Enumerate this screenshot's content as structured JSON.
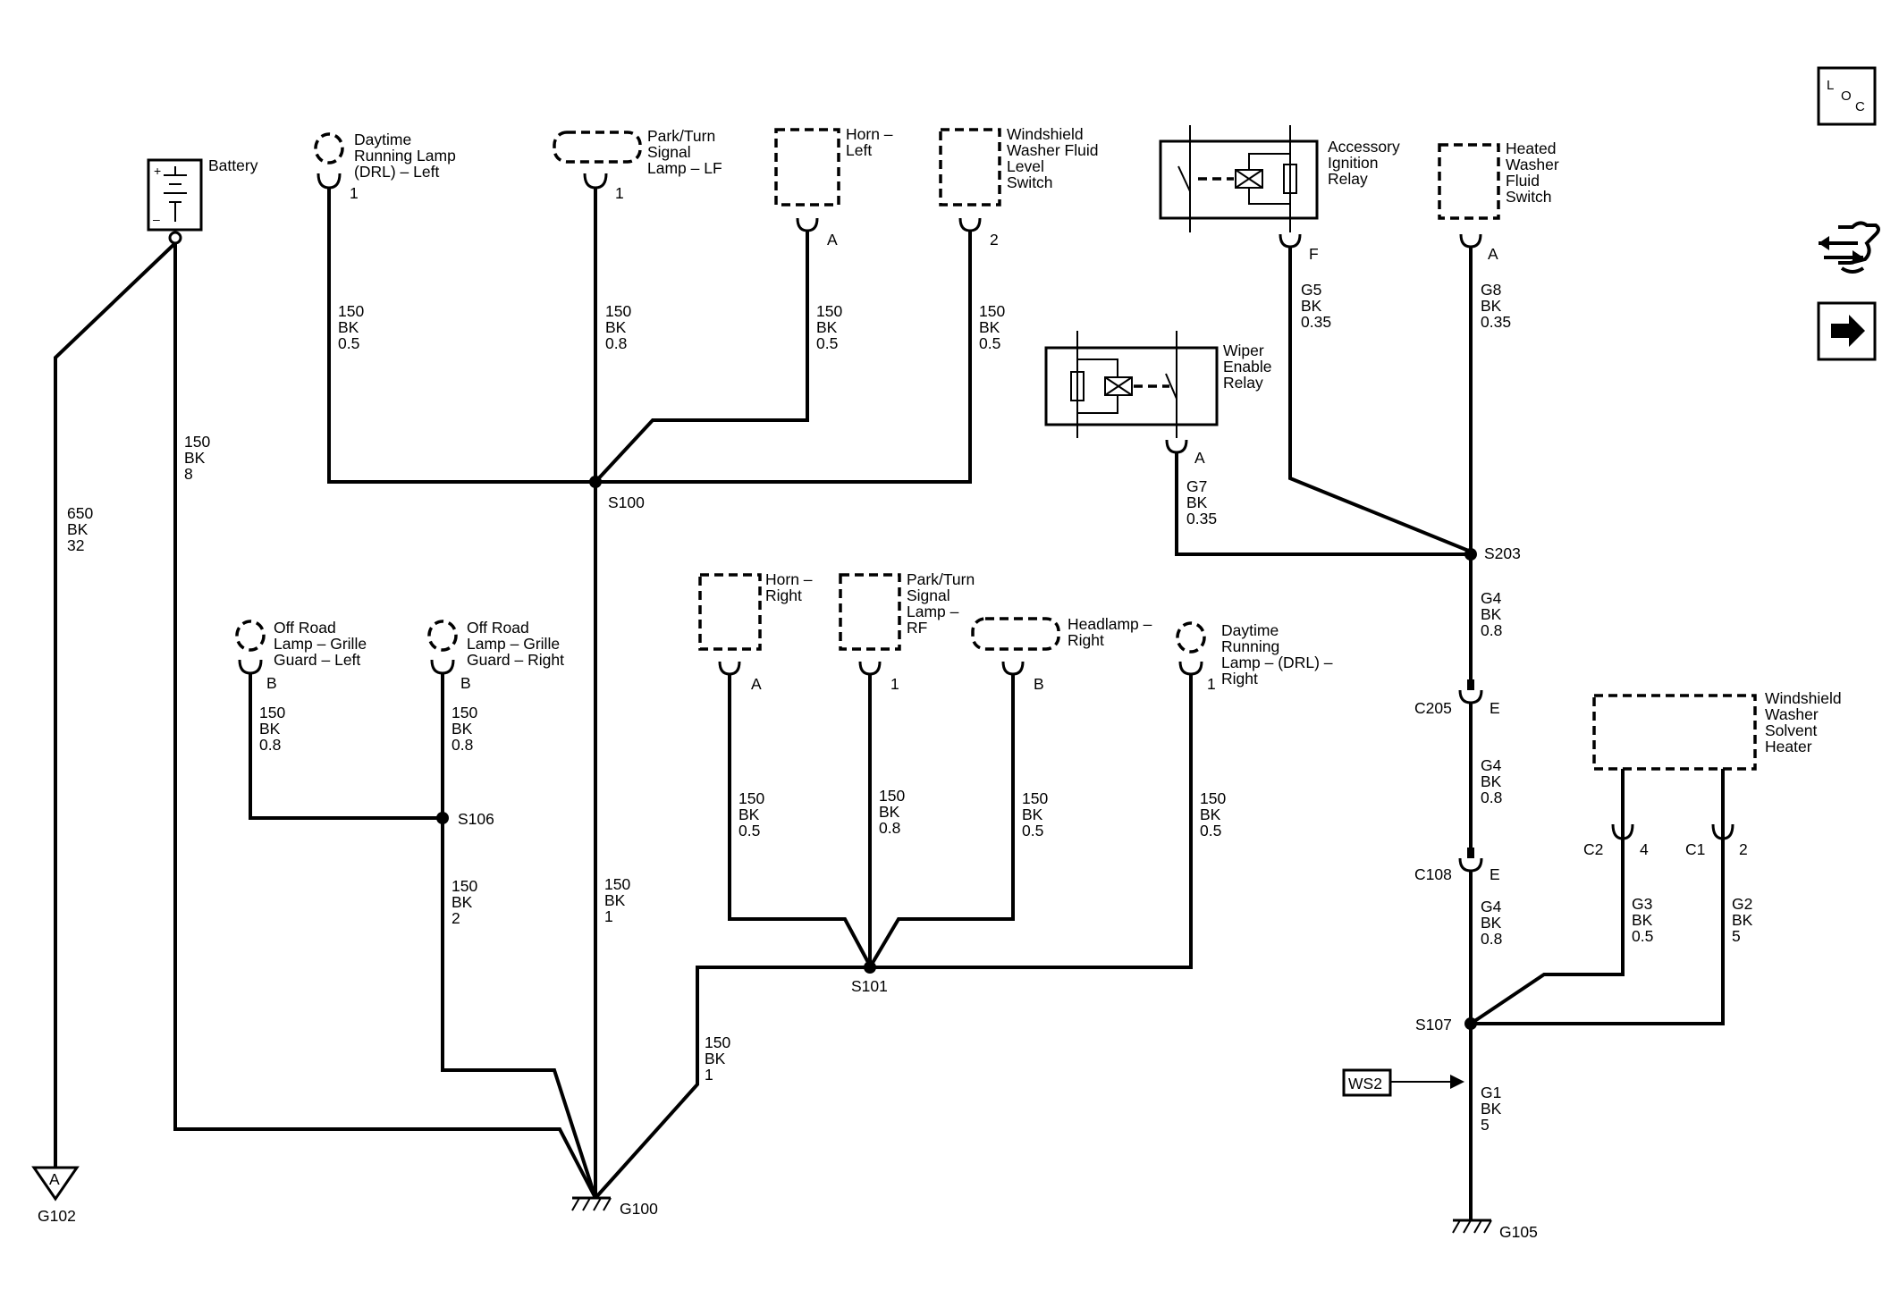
{
  "components": {
    "battery": "Battery",
    "drl_left": [
      "Daytime",
      "Running Lamp",
      "(DRL) – Left"
    ],
    "park_turn_lf": [
      "Park/Turn",
      "Signal",
      "Lamp – LF"
    ],
    "horn_left": [
      "Horn –",
      "Left"
    ],
    "ww_fluid_level": [
      "Windshield",
      "Washer Fluid",
      "Level",
      "Switch"
    ],
    "accessory_relay": [
      "Accessory",
      "Ignition",
      "Relay"
    ],
    "heated_ww_switch": [
      "Heated",
      "Washer",
      "Fluid",
      "Switch"
    ],
    "wiper_relay": [
      "Wiper",
      "Enable",
      "Relay"
    ],
    "offroad_left": [
      "Off Road",
      "Lamp – Grille",
      "Guard – Left"
    ],
    "offroad_right": [
      "Off Road",
      "Lamp – Grille",
      "Guard – Right"
    ],
    "horn_right": [
      "Horn –",
      "Right"
    ],
    "park_turn_rf": [
      "Park/Turn",
      "Signal",
      "Lamp –",
      "RF"
    ],
    "headlamp_right": [
      "Headlamp –",
      "Right"
    ],
    "drl_right": [
      "Daytime",
      "Running",
      "Lamp – (DRL) –",
      "Right"
    ],
    "ww_solvent_heater": [
      "Windshield",
      "Washer",
      "Solvent",
      "Heater"
    ]
  },
  "pins": {
    "drl_left": "1",
    "park_turn_lf": "1",
    "horn_left": "A",
    "ww_fluid_level": "2",
    "accessory_relay": "F",
    "heated_ww_switch": "A",
    "wiper_relay": "A",
    "offroad_left": "B",
    "offroad_right": "B",
    "horn_right": "A",
    "park_turn_rf": "1",
    "headlamp_right": "B",
    "drl_right": "1",
    "c205": "E",
    "c108": "E",
    "heater_c2": "4",
    "heater_c1": "2",
    "heater_c2_name": "C2",
    "heater_c1_name": "C1"
  },
  "wires": {
    "batt_g102": [
      "650",
      "BK",
      "32"
    ],
    "batt_g100": [
      "150",
      "BK",
      "8"
    ],
    "drl_left": [
      "150",
      "BK",
      "0.5"
    ],
    "park_turn_lf": [
      "150",
      "BK",
      "0.8"
    ],
    "horn_left": [
      "150",
      "BK",
      "0.5"
    ],
    "ww_fluid_level": [
      "150",
      "BK",
      "0.5"
    ],
    "accessory_relay": [
      "G5",
      "BK",
      "0.35"
    ],
    "heated_ww_switch": [
      "G8",
      "BK",
      "0.35"
    ],
    "wiper_relay": [
      "G7",
      "BK",
      "0.35"
    ],
    "s100_g100": [
      "150",
      "BK",
      "1"
    ],
    "offroad_left": [
      "150",
      "BK",
      "0.8"
    ],
    "offroad_right": [
      "150",
      "BK",
      "0.8"
    ],
    "s106_g100": [
      "150",
      "BK",
      "2"
    ],
    "horn_right": [
      "150",
      "BK",
      "0.5"
    ],
    "park_turn_rf": [
      "150",
      "BK",
      "0.8"
    ],
    "headlamp_right": [
      "150",
      "BK",
      "0.5"
    ],
    "drl_right": [
      "150",
      "BK",
      "0.5"
    ],
    "s101_g100": [
      "150",
      "BK",
      "1"
    ],
    "s203_c205": [
      "G4",
      "BK",
      "0.8"
    ],
    "c205_c108": [
      "G4",
      "BK",
      "0.8"
    ],
    "c108_s107": [
      "G4",
      "BK",
      "0.8"
    ],
    "heater_c2": [
      "G3",
      "BK",
      "0.5"
    ],
    "heater_c1": [
      "G2",
      "BK",
      "5"
    ],
    "s107_g105": [
      "G1",
      "BK",
      "5"
    ]
  },
  "splices": {
    "s100": "S100",
    "s101": "S101",
    "s106": "S106",
    "s203": "S203",
    "s107": "S107"
  },
  "connectors": {
    "c205": "C205",
    "c108": "C108"
  },
  "grounds": {
    "g100": "G100",
    "g102": "G102",
    "g105": "G105",
    "g102_letter": "A"
  },
  "battery_terminals": {
    "plus": "+",
    "minus": "–"
  },
  "ws2": "WS2",
  "nav": {
    "loc_l": "L",
    "loc_o": "O",
    "loc_c": "C"
  },
  "icons": {
    "loc": "loc-icon",
    "connector_views": "connector-views-icon",
    "next": "next-arrow-icon"
  }
}
